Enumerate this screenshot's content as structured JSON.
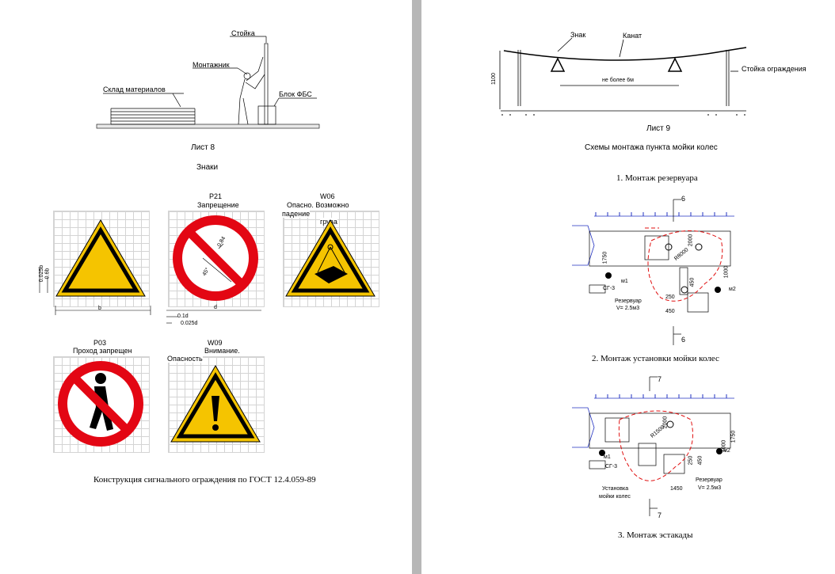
{
  "left_page": {
    "top_drawing": {
      "label_post": "Стойка",
      "label_worker": "Монтажник",
      "label_storage": "Склад материалов",
      "label_block": "Блок ФБС"
    },
    "sheet8": "Лист 8",
    "signs_heading": "Знаки",
    "signs": [
      {
        "code": "",
        "title": "",
        "dims": {
          "a": "0.025b",
          "b": "0.6b",
          "c": "b"
        }
      },
      {
        "code": "Р21",
        "title": "Запрещение",
        "dims": {
          "a": "0.84",
          "angle": "45°",
          "d": "d",
          "e": "0.1d",
          "f": "0.025d"
        }
      },
      {
        "code": "W06",
        "title_1": "Опасно. Возможно",
        "title_2": "падение",
        "title_3": "груза"
      },
      {
        "code": "Р03",
        "title": "Проход запрещен"
      },
      {
        "code": "W09",
        "title_1": "Внимание.",
        "title_2": "Опасность"
      }
    ],
    "footer": "Конструкция сигнального ограждения по ГОСТ 12.4.059-89"
  },
  "right_page": {
    "top_drawing": {
      "label_sign": "Знак",
      "label_rope": "Канат",
      "label_fence_post": "Стойка ограждения",
      "label_height": "1100",
      "label_span": "не более 6м"
    },
    "sheet9": "Лист 9",
    "title": "Схемы монтажа пункта мойки колес",
    "step1": {
      "title": "1. Монтаж резервуара",
      "section": "6",
      "dims": [
        "1750",
        "2000",
        "R8000",
        "450",
        "1000",
        "250",
        "450"
      ],
      "labels": {
        "m1": "м1",
        "m2": "м2",
        "cg": "СГ-3",
        "tank": "Резервуар",
        "volume": "V= 2.5м3"
      }
    },
    "step2": {
      "title": "2. Монтаж установки мойки колес",
      "section": "7",
      "dims": [
        "2000",
        "R1500",
        "1000",
        "1750",
        "250",
        "450",
        "1450"
      ],
      "labels": {
        "m1": "м1",
        "m2": "м2",
        "cg": "СГ-3",
        "tank": "Резервуар",
        "volume": "V= 2.5м3",
        "unit_1": "Установка",
        "unit_2": "мойки колес"
      }
    },
    "step3": {
      "title": "3. Монтаж эстакады"
    }
  },
  "colors": {
    "warning_yellow": "#f5c400",
    "prohibition_red": "#e30613",
    "crane_red": "#e01010",
    "gutter": "#b7b7b7",
    "grid": "#d4d4d4",
    "water_blue": "#2030c0"
  }
}
